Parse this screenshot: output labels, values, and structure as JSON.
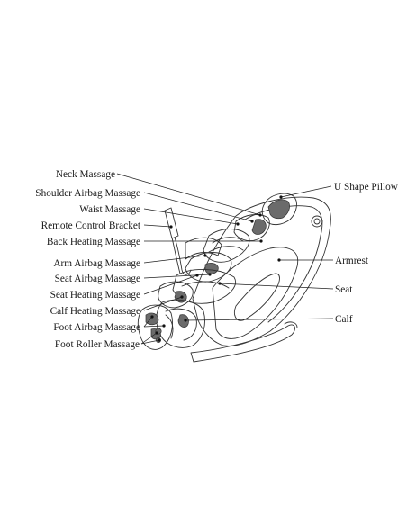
{
  "labels": {
    "neck_massage": "Neck Massage",
    "shoulder_airbag_massage": "Shoulder Airbag Massage",
    "waist_massage": "Waist Massage",
    "remote_control_bracket": "Remote Control Bracket",
    "back_heating_massage": "Back Heating Massage",
    "arm_airbag_massage": "Arm Airbag Massage",
    "seat_airbag_massage": "Seat Airbag Massage",
    "seat_heating_massage": "Seat Heating Massage",
    "calf_heating_massage": "Calf Heating Massage",
    "foot_airbag_massage": "Foot Airbag Massage",
    "foot_roller_massage": "Foot Roller Massage",
    "u_shape_pillow": "U Shape Pillow",
    "armrest": "Armrest",
    "seat": "Seat",
    "calf": "Calf"
  },
  "colors": {
    "line": "#333333",
    "panel": "#6b6b6b",
    "text": "#1a1a1a"
  }
}
